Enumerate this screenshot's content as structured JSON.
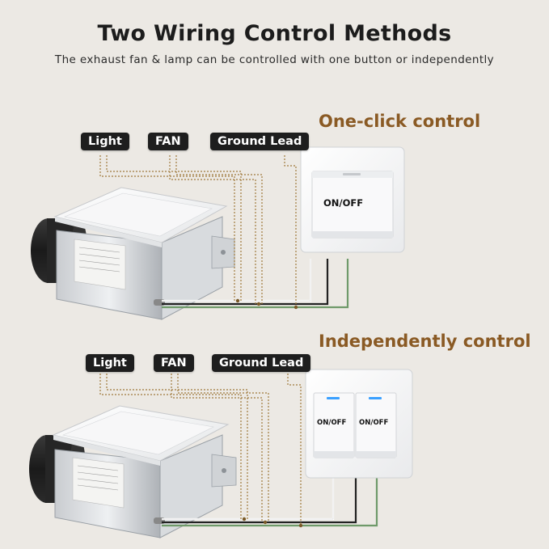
{
  "header": {
    "title": "Two Wiring Control Methods",
    "subtitle": "The exhaust fan & lamp can be controlled with one button or independently"
  },
  "sections": [
    {
      "title": "One-click control",
      "tags": [
        "Light",
        "FAN",
        "Ground Lead"
      ],
      "switch_labels": [
        "ON/OFF"
      ]
    },
    {
      "title": "Independently control",
      "tags": [
        "Light",
        "FAN",
        "Ground Lead"
      ],
      "switch_labels": [
        "ON/OFF",
        "ON/OFF"
      ]
    }
  ],
  "colors": {
    "section_title": "#8a5a24",
    "tag_bg": "#1e1e1e",
    "wire_dotted": "#a07a3c",
    "wire_green": "#6f9a6a",
    "wire_black": "#222222",
    "wire_white": "#ffffff",
    "indicator_led": "#3aa0ff"
  }
}
